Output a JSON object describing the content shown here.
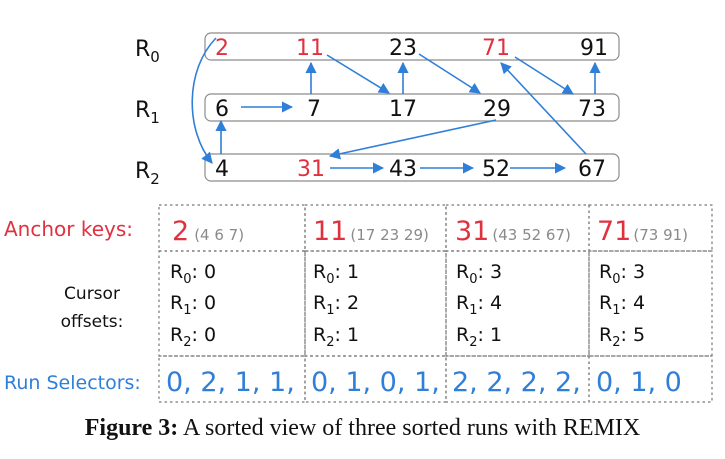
{
  "diagram": {
    "runs": [
      {
        "name": "R",
        "sub": "0",
        "keys": [
          {
            "v": "2",
            "red": true
          },
          {
            "v": "11",
            "red": true
          },
          {
            "v": "23",
            "red": false
          },
          {
            "v": "71",
            "red": true
          },
          {
            "v": "91",
            "red": false
          }
        ]
      },
      {
        "name": "R",
        "sub": "1",
        "keys": [
          {
            "v": "6",
            "red": false
          },
          {
            "v": "7",
            "red": false
          },
          {
            "v": "17",
            "red": false
          },
          {
            "v": "29",
            "red": false
          },
          {
            "v": "73",
            "red": false
          }
        ]
      },
      {
        "name": "R",
        "sub": "2",
        "keys": [
          {
            "v": "4",
            "red": false
          },
          {
            "v": "31",
            "red": true
          },
          {
            "v": "43",
            "red": false
          },
          {
            "v": "52",
            "red": false
          },
          {
            "v": "67",
            "red": false
          }
        ]
      }
    ],
    "sorted_order": [
      "2",
      "4",
      "6",
      "7",
      "11",
      "17",
      "23",
      "29",
      "31",
      "43",
      "52",
      "67",
      "71",
      "73",
      "91"
    ],
    "colors": {
      "arrow": "#2f7fd9",
      "anchor": "#e0313f",
      "text": "#111111",
      "border": "#8c8c8c"
    }
  },
  "table": {
    "anchor_label": "Anchor keys:",
    "cursor_label_line1": "Cursor",
    "cursor_label_line2": "offsets:",
    "selector_label": "Run Selectors:",
    "columns": [
      {
        "anchor": "2",
        "others": "(4 6 7)",
        "offsets": [
          "0",
          "0",
          "0"
        ],
        "selectors": "0, 2, 1, 1,"
      },
      {
        "anchor": "11",
        "others": "(17 23 29)",
        "offsets": [
          "1",
          "2",
          "1"
        ],
        "selectors": "0, 1, 0, 1,"
      },
      {
        "anchor": "31",
        "others": "(43 52 67)",
        "offsets": [
          "3",
          "4",
          "1"
        ],
        "selectors": "2, 2, 2, 2,"
      },
      {
        "anchor": "71",
        "others": "(73 91)",
        "offsets": [
          "3",
          "4",
          "5"
        ],
        "selectors": "0, 1, 0"
      }
    ],
    "offset_run_name": "R",
    "offset_subs": [
      "0",
      "1",
      "2"
    ]
  },
  "caption": {
    "label": "Figure 3:",
    "text": " A sorted view of three sorted runs with REMIX"
  }
}
